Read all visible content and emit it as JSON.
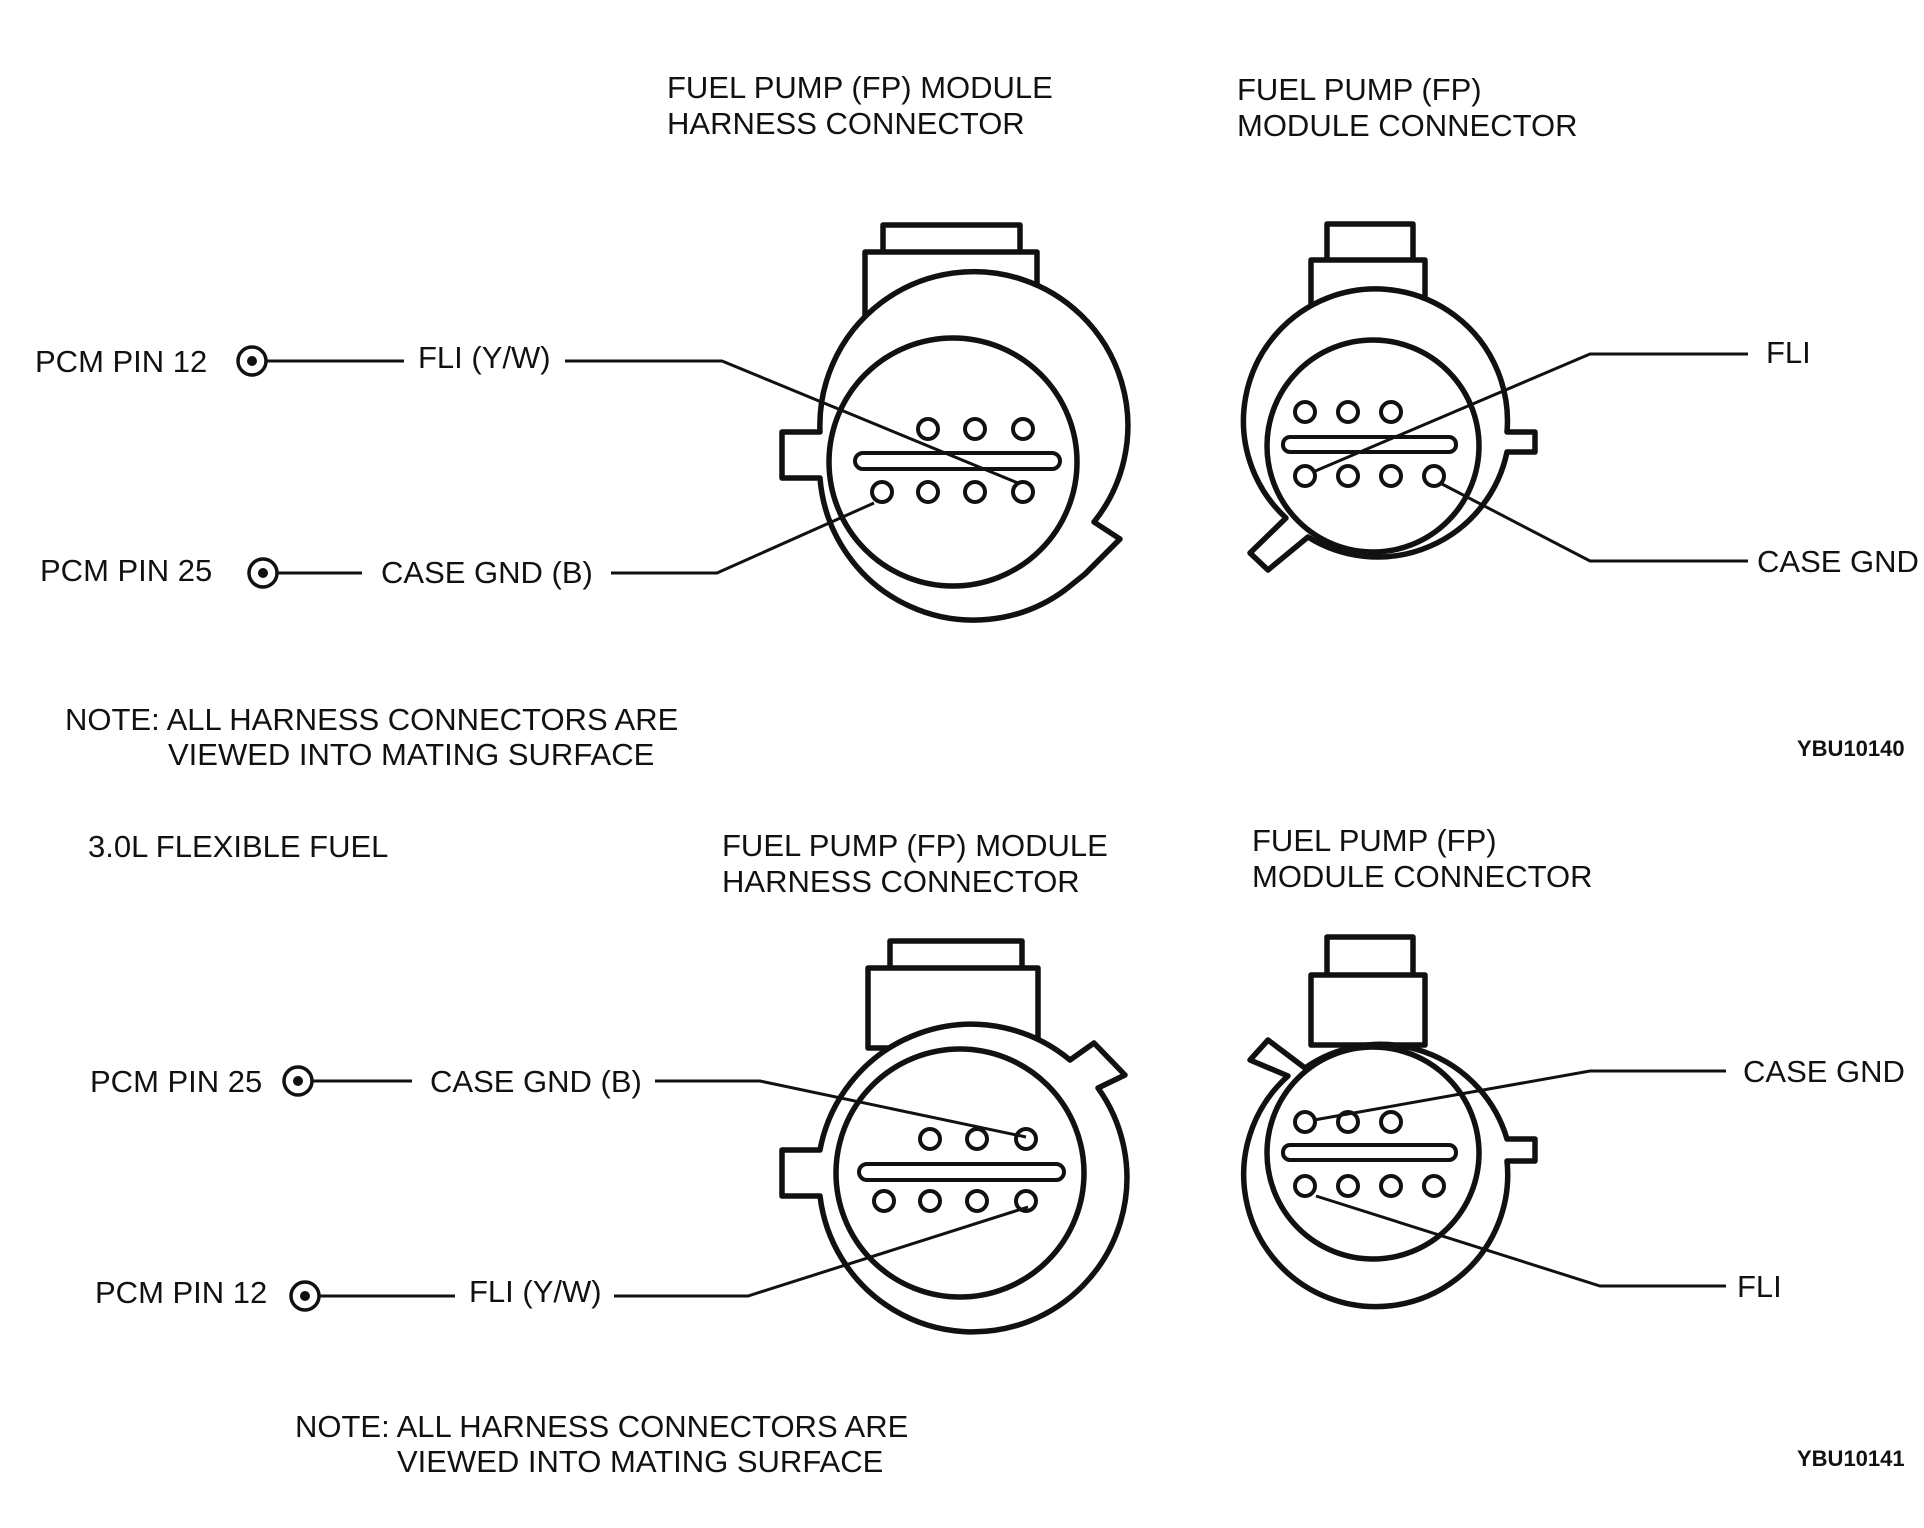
{
  "panels": [
    {
      "section_title": "",
      "harness_title": [
        "FUEL PUMP (FP) MODULE",
        "HARNESS CONNECTOR"
      ],
      "module_title": [
        "FUEL PUMP (FP)",
        "MODULE CONNECTOR"
      ],
      "pcm_upper": "PCM PIN 12",
      "wire_upper": "FLI (Y/W)",
      "pcm_lower": "PCM PIN 25",
      "wire_lower": "CASE GND (B)",
      "module_upper": "FLI",
      "module_lower": "CASE GND",
      "note": [
        "NOTE: ALL HARNESS CONNECTORS ARE",
        "VIEWED INTO MATING SURFACE"
      ],
      "figure_code": "YBU10140"
    },
    {
      "section_title": "3.0L FLEXIBLE FUEL",
      "harness_title": [
        "FUEL PUMP (FP) MODULE",
        "HARNESS CONNECTOR"
      ],
      "module_title": [
        "FUEL PUMP (FP)",
        "MODULE CONNECTOR"
      ],
      "pcm_upper": "PCM PIN 25",
      "wire_upper": "CASE GND (B)",
      "pcm_lower": "PCM PIN 12",
      "wire_lower": "FLI (Y/W)",
      "module_upper": "CASE GND",
      "module_lower": "FLI",
      "note": [
        "NOTE: ALL HARNESS CONNECTORS ARE",
        "VIEWED INTO MATING SURFACE"
      ],
      "figure_code": "YBU10141"
    }
  ]
}
